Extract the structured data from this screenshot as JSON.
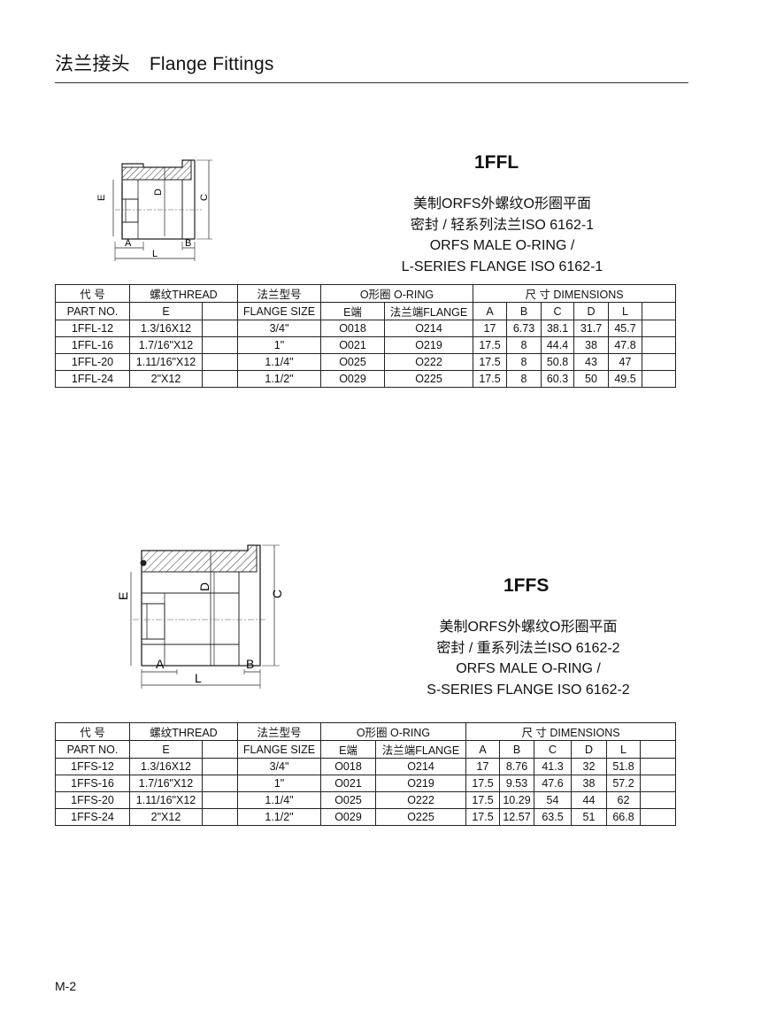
{
  "header": {
    "title_cn": "法兰接头",
    "title_en": "Flange Fittings"
  },
  "page_number": "M-2",
  "sections": [
    {
      "model": "1FFL",
      "desc": [
        "美制ORFS外螺纹O形圈平面",
        "密封 / 轻系列法兰ISO 6162-1",
        "ORFS MALE  O-RING /",
        "L-SERIES FLANGE ISO 6162-1"
      ],
      "drawing_labels": {
        "E": "E",
        "D": "D",
        "C": "C",
        "A": "A",
        "B": "B",
        "L": "L"
      },
      "table": {
        "h_code": "代  号",
        "h_part": "PART  NO.",
        "h_thread": "螺纹THREAD",
        "h_e": "E",
        "h_flange": "法兰型号",
        "h_flange_size": "FLANGE SIZE",
        "h_oring": "O形圈      O-RING",
        "h_e_end": "E端",
        "h_flange_end": "法兰端FLANGE",
        "h_dim": "尺      寸        DIMENSIONS",
        "h_a": "A",
        "h_b": "B",
        "h_c": "C",
        "h_d": "D",
        "h_l": "L",
        "rows": [
          {
            "part": "1FFL-12",
            "thread": "1.3/16X12",
            "flange": "3/4\"",
            "oe": "O018",
            "of": "O214",
            "a": "17",
            "b": "6.73",
            "c": "38.1",
            "d": "31.7",
            "l": "45.7"
          },
          {
            "part": "1FFL-16",
            "thread": "1.7/16\"X12",
            "flange": "1\"",
            "oe": "O021",
            "of": "O219",
            "a": "17.5",
            "b": "8",
            "c": "44.4",
            "d": "38",
            "l": "47.8"
          },
          {
            "part": "1FFL-20",
            "thread": "1.11/16\"X12",
            "flange": "1.1/4\"",
            "oe": "O025",
            "of": "O222",
            "a": "17.5",
            "b": "8",
            "c": "50.8",
            "d": "43",
            "l": "47"
          },
          {
            "part": "1FFL-24",
            "thread": "2\"X12",
            "flange": "1.1/2\"",
            "oe": "O029",
            "of": "O225",
            "a": "17.5",
            "b": "8",
            "c": "60.3",
            "d": "50",
            "l": "49.5"
          }
        ]
      }
    },
    {
      "model": "1FFS",
      "desc": [
        "美制ORFS外螺纹O形圈平面",
        "密封 / 重系列法兰ISO 6162-2",
        "ORFS MALE  O-RING /",
        "S-SERIES FLANGE ISO 6162-2"
      ],
      "drawing_labels": {
        "E": "E",
        "D": "D",
        "C": "C",
        "A": "A",
        "B": "B",
        "L": "L"
      },
      "table": {
        "h_code": "代  号",
        "h_part": "PART  NO.",
        "h_thread": "螺纹THREAD",
        "h_e": "E",
        "h_flange": "法兰型号",
        "h_flange_size": "FLANGE SIZE",
        "h_oring": "O形圈      O-RING",
        "h_e_end": "E端",
        "h_flange_end": "法兰端FLANGE",
        "h_dim": "尺      寸        DIMENSIONS",
        "h_a": "A",
        "h_b": "B",
        "h_c": "C",
        "h_d": "D",
        "h_l": "L",
        "rows": [
          {
            "part": "1FFS-12",
            "thread": "1.3/16X12",
            "flange": "3/4\"",
            "oe": "O018",
            "of": "O214",
            "a": "17",
            "b": "8.76",
            "c": "41.3",
            "d": "32",
            "l": "51.8"
          },
          {
            "part": "1FFS-16",
            "thread": "1.7/16\"X12",
            "flange": "1\"",
            "oe": "O021",
            "of": "O219",
            "a": "17.5",
            "b": "9.53",
            "c": "47.6",
            "d": "38",
            "l": "57.2"
          },
          {
            "part": "1FFS-20",
            "thread": "1.11/16\"X12",
            "flange": "1.1/4\"",
            "oe": "O025",
            "of": "O222",
            "a": "17.5",
            "b": "10.29",
            "c": "54",
            "d": "44",
            "l": "62"
          },
          {
            "part": "1FFS-24",
            "thread": "2\"X12",
            "flange": "1.1/2\"",
            "oe": "O029",
            "of": "O225",
            "a": "17.5",
            "b": "12.57",
            "c": "63.5",
            "d": "51",
            "l": "66.8"
          }
        ]
      }
    }
  ]
}
